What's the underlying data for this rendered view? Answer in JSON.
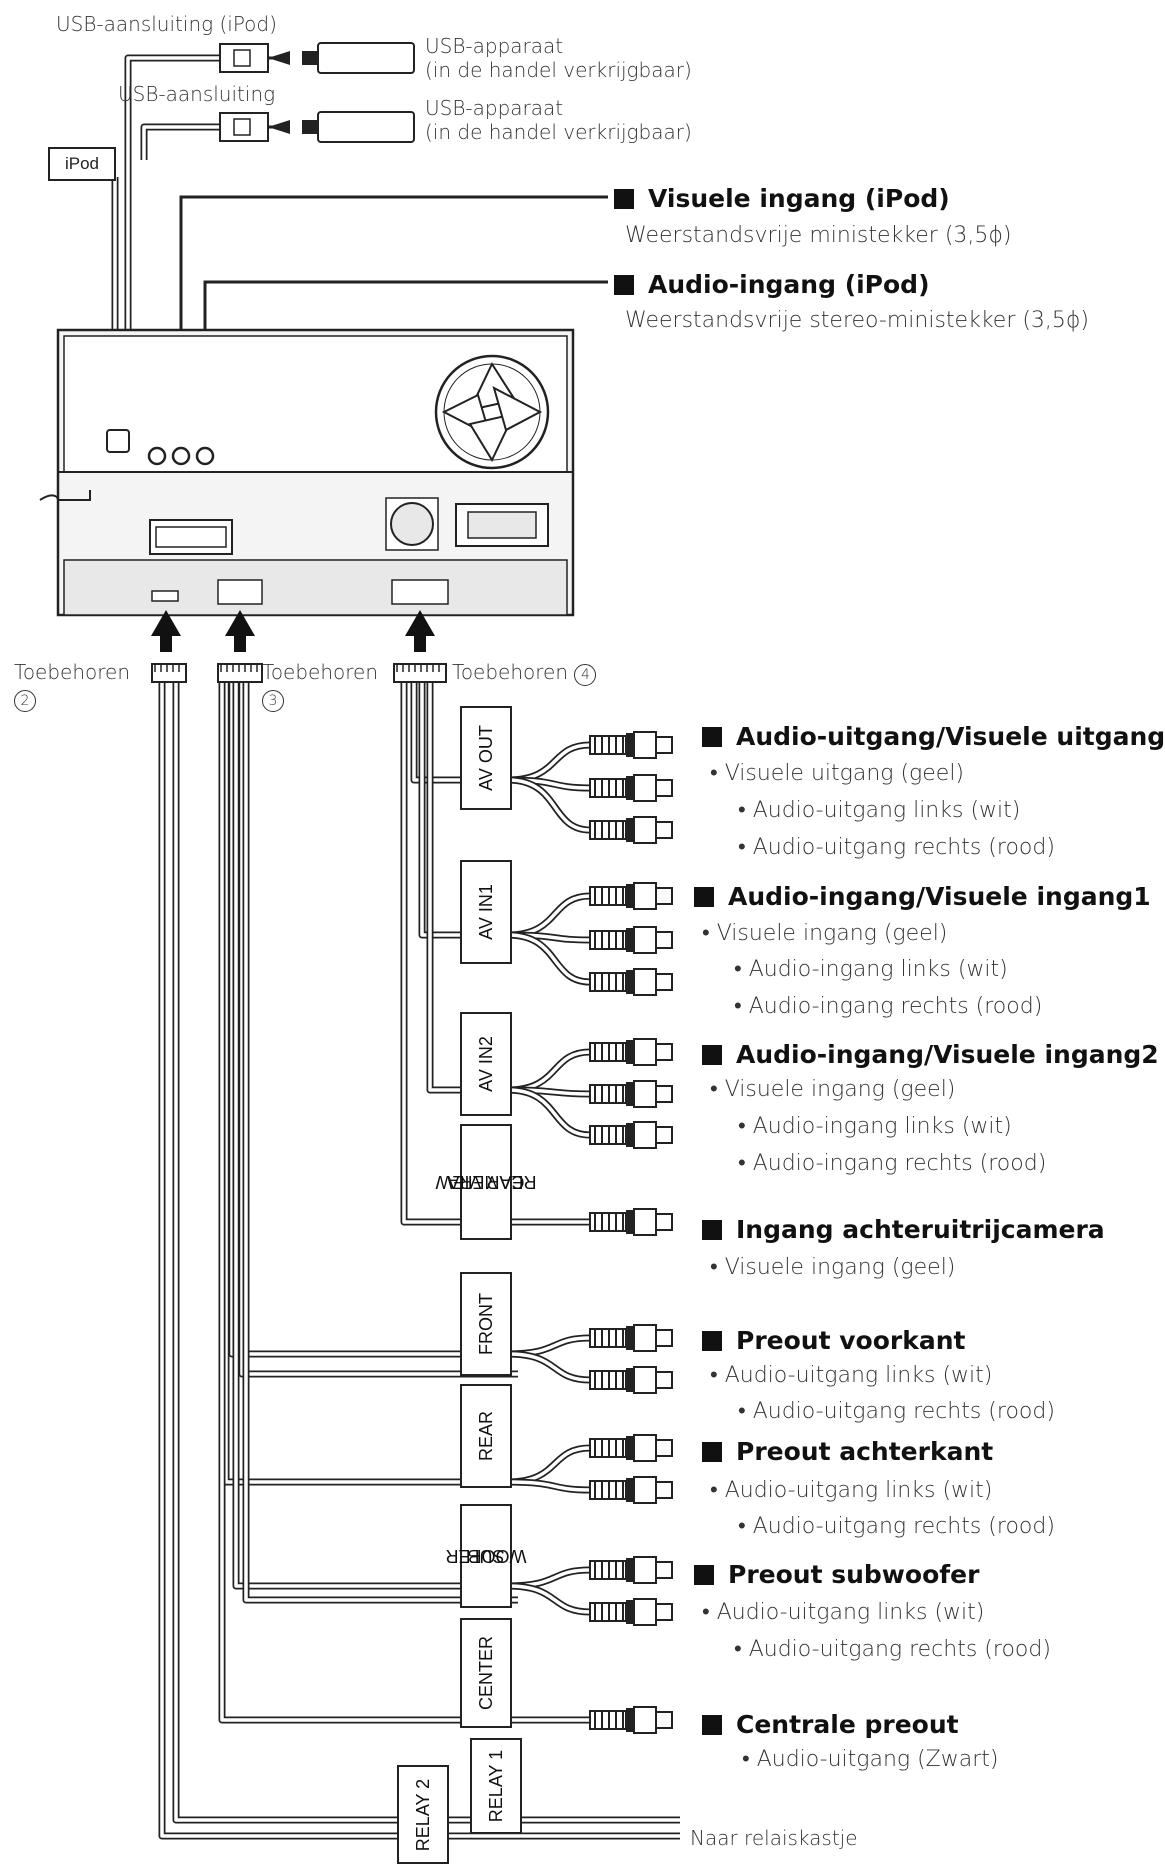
{
  "usb": {
    "ipod_connector": "USB-aansluiting (iPod)",
    "connector": "USB-aansluiting",
    "device1_line1": "USB-apparaat",
    "device1_line2": "(in de handel verkrijgbaar)",
    "device2_line1": "USB-apparaat",
    "device2_line2": "(in de handel verkrijgbaar)",
    "ipod_label": "iPod"
  },
  "top_inputs": [
    {
      "heading": "Visuele ingang (iPod)",
      "desc": "Weerstandsvrije ministekker (3,5ϕ)"
    },
    {
      "heading": "Audio-ingang   (iPod)",
      "desc": "Weerstandsvrije stereo-ministekker (3,5ϕ)"
    }
  ],
  "accessories": [
    {
      "label": "Toebehoren",
      "num": "2"
    },
    {
      "label": "Toebehoren",
      "num": "3"
    },
    {
      "label": "Toebehoren",
      "num": "4"
    }
  ],
  "tags": {
    "av_out": "AV OUT",
    "av_in1": "AV IN1",
    "av_in2": "AV IN2",
    "rear_view_1": "REAR VIEW",
    "rear_view_2": "CAMERA",
    "front": "FRONT",
    "rear": "REAR",
    "sub_1": "SUB",
    "sub_2": "WOOFER",
    "center": "CENTER",
    "relay1": "RELAY 1",
    "relay2": "RELAY 2"
  },
  "groups": [
    {
      "heading": "Audio-uitgang/Visuele   uitgang",
      "lines": [
        "• Visuele uitgang (geel)",
        "• Audio-uitgang links (wit)",
        "• Audio-uitgang rechts (rood)"
      ]
    },
    {
      "heading": "Audio-ingang/Visuele   ingang1",
      "lines": [
        "• Visuele ingang (geel)",
        "• Audio-ingang links (wit)",
        "• Audio-ingang rechts (rood)"
      ]
    },
    {
      "heading": "Audio-ingang/Visuele   ingang2",
      "lines": [
        "• Visuele ingang (geel)",
        "• Audio-ingang links (wit)",
        "• Audio-ingang rechts (rood)"
      ]
    },
    {
      "heading": "Ingang   achteruitrijcamera",
      "lines": [
        "• Visuele ingang (geel)"
      ]
    },
    {
      "heading": "Preout   voorkant",
      "lines": [
        "• Audio-uitgang links (wit)",
        "• Audio-uitgang rechts (rood)"
      ]
    },
    {
      "heading": "Preout   achterkant",
      "lines": [
        "• Audio-uitgang links (wit)",
        "• Audio-uitgang rechts (rood)"
      ]
    },
    {
      "heading": "Preout   subwoofer",
      "lines": [
        "• Audio-uitgang links (wit)",
        "• Audio-uitgang rechts (rood)"
      ]
    },
    {
      "heading": "Centrale   preout",
      "lines": [
        "•       Audio-uitgang        (Zwart)"
      ]
    }
  ],
  "relay_note": "Naar relaiskastje",
  "colors": {
    "line": "#222222",
    "wire_fill": "#ffffff",
    "unit_fill": "#f4f4f4",
    "panel_fill": "#e8e8e8"
  }
}
